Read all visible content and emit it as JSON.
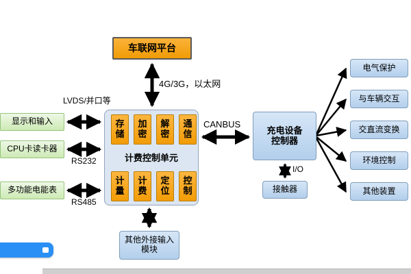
{
  "colors": {
    "gold_box": "#F2A20C",
    "green_box": "#CDEAB4",
    "blue_box": "#B3CFEC",
    "panel_box": "#DCE6F2",
    "module_orange": "#F29C07",
    "arrow_black": "#000000",
    "accent_blue_widget": "#2A90F5",
    "gray_bar": "#CFCFCF"
  },
  "diagram": {
    "top_box": "车联网平台",
    "net_label": "4G/3G，以太网",
    "lvds_label": "LVDS/并口等",
    "rs232_label": "RS232",
    "rs485_label": "RS485",
    "canbus_label": "CANBUS",
    "io_label": "I/O",
    "left_boxes": [
      "显示和输入",
      "CPU卡读卡器",
      "多功能电能表"
    ],
    "central": {
      "title": "计费控制单元",
      "top_modules": [
        "存储",
        "加密",
        "解密",
        "通信"
      ],
      "bottom_modules": [
        "计量",
        "计费",
        "定位",
        "控制"
      ]
    },
    "controller_lines": [
      "充电设备",
      "控制器"
    ],
    "contactor": "接触器",
    "right_boxes": [
      "电气保护",
      "与车辆交互",
      "交直流变换",
      "环境控制",
      "其他装置"
    ],
    "bottom_box_lines": [
      "其他外接输入",
      "模块"
    ]
  }
}
